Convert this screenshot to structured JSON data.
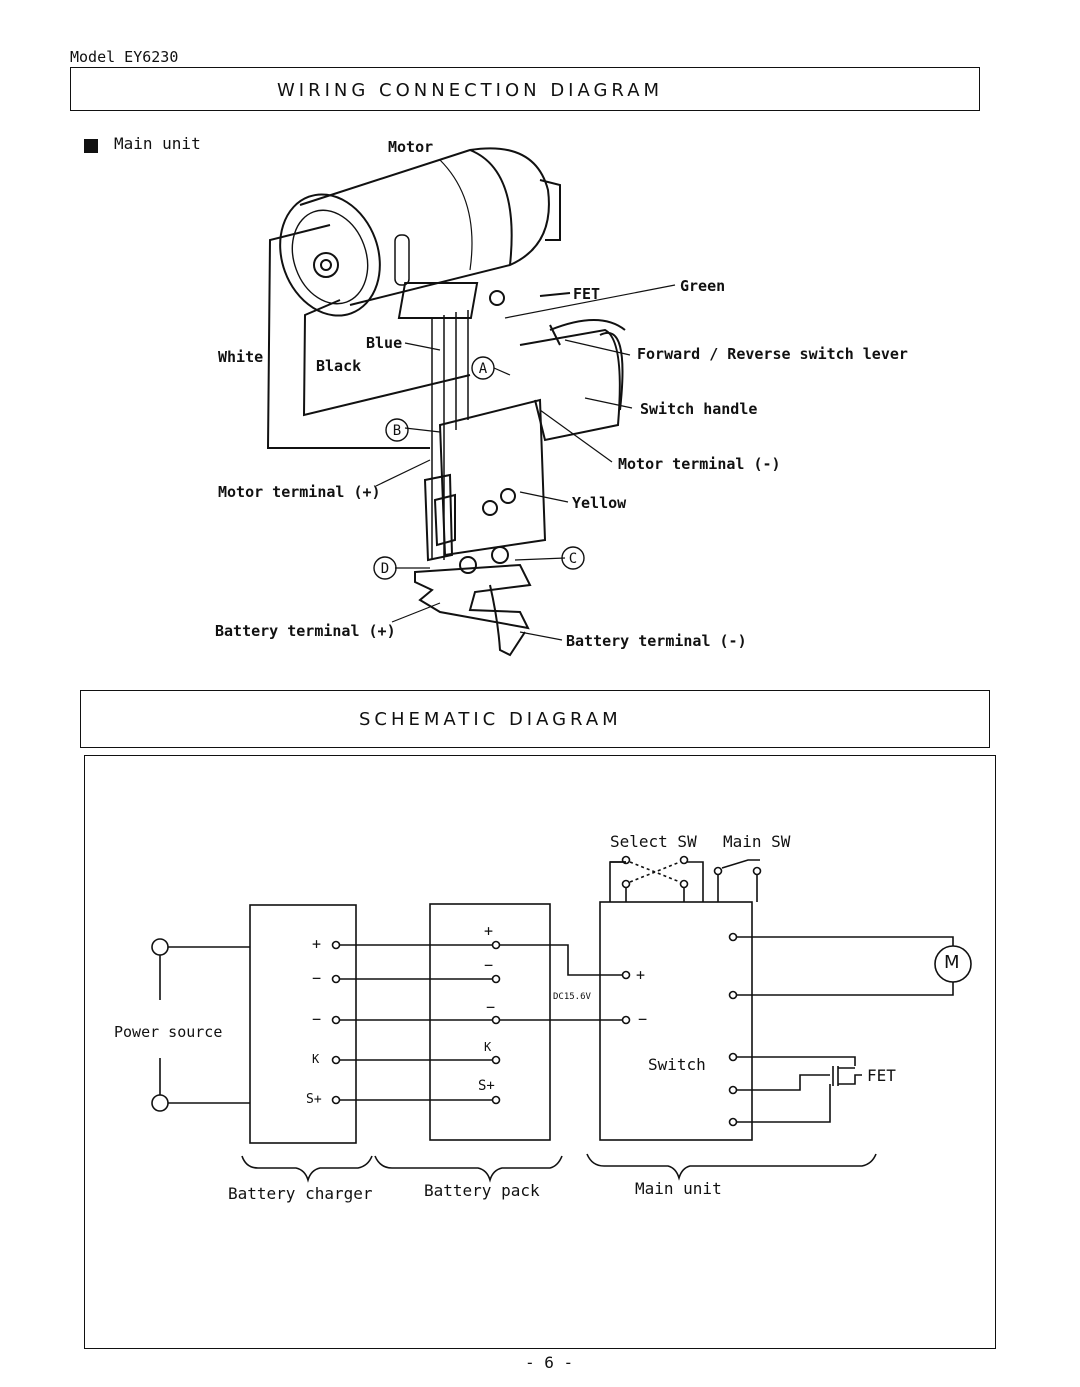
{
  "header": {
    "model": "Model EY6230"
  },
  "wiring": {
    "title": "WIRING CONNECTION DIAGRAM",
    "section_label": "Main unit",
    "labels": {
      "motor": "Motor",
      "fet": "FET",
      "green": "Green",
      "white": "White",
      "blue": "Blue",
      "black": "Black",
      "fwd_rev": "Forward / Reverse switch lever",
      "switch_handle": "Switch handle",
      "motor_term_minus": "Motor terminal (-)",
      "motor_term_plus": "Motor terminal (+)",
      "yellow": "Yellow",
      "battery_term_plus": "Battery terminal (+)",
      "battery_term_minus": "Battery terminal (-)",
      "A": "A",
      "B": "B",
      "C": "C",
      "D": "D"
    }
  },
  "schematic": {
    "title": "SCHEMATIC DIAGRAM",
    "power_source": "Power source",
    "charger_terms": [
      "+",
      "−",
      "−",
      "K",
      "S+"
    ],
    "pack_terms": [
      "+",
      "−",
      "−",
      "K",
      "S+"
    ],
    "switch_in_plus": "+",
    "switch_in_minus": "−",
    "dc_label": "DC15.6V",
    "switch_label": "Switch",
    "select_sw": "Select SW",
    "main_sw": "Main SW",
    "motor_symbol": "M",
    "fet_label": "FET",
    "captions": {
      "charger": "Battery charger",
      "pack": "Battery pack",
      "main": "Main unit"
    }
  },
  "footer": {
    "page": "- 6 -"
  }
}
